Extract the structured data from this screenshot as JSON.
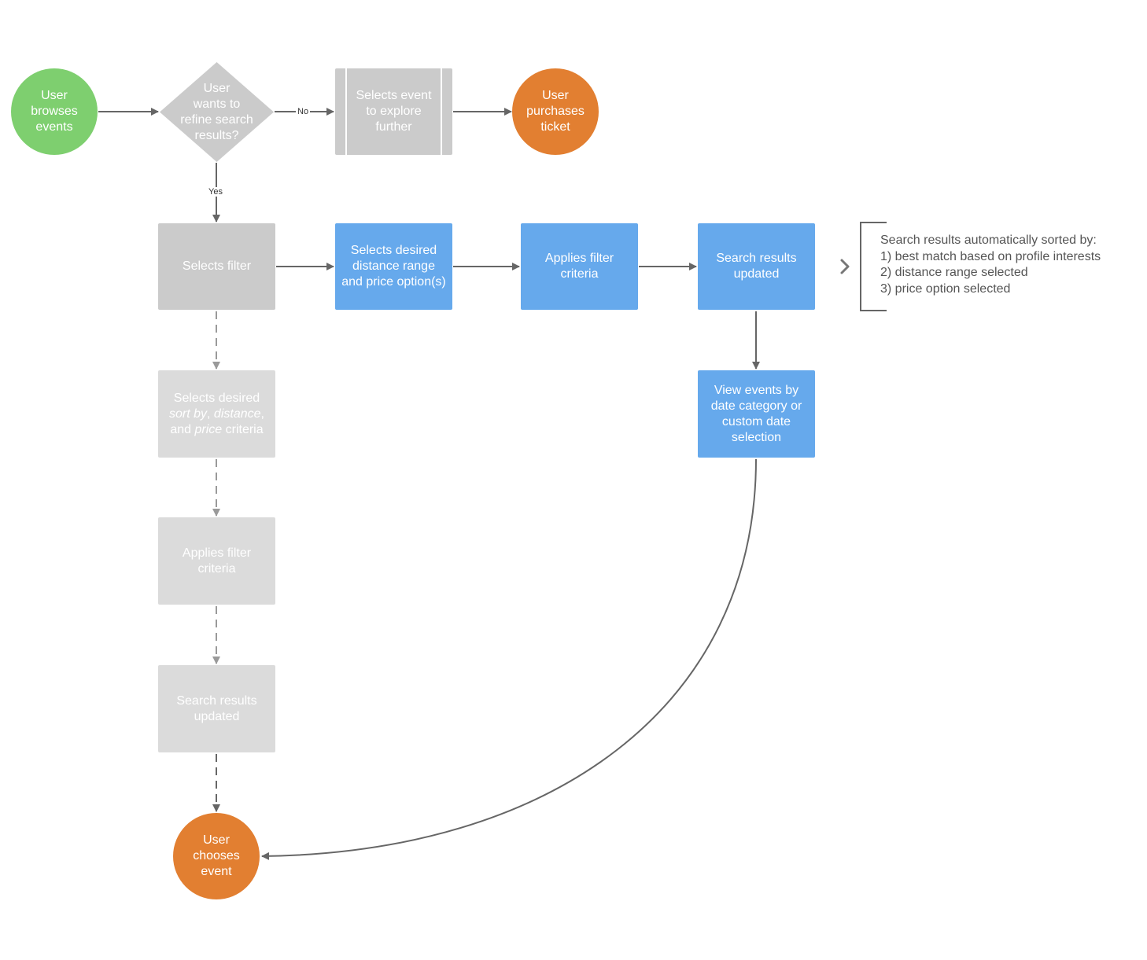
{
  "nodes": {
    "start": "User\nbrowses\nevents",
    "decision": "User\nwants to\nrefine search\nresults?",
    "explore": "Selects event\nto explore\nfurther",
    "purchase": "User\npurchases\nticket",
    "selects_filter": "Selects filter",
    "distance_price": "Selects desired\ndistance range\nand price option(s)",
    "applies_filter_blue": "Applies filter\ncriteria",
    "results_updated_blue": "Search results\nupdated",
    "view_events": "View events by\ndate category or\ncustom date\nselection",
    "sort_criteria": {
      "line1": "Selects desired",
      "sort_by": "sort by",
      "comma1": ", ",
      "distance": "distance",
      "comma2": ",",
      "and": "and ",
      "price": "price",
      "criteria": " criteria"
    },
    "applies_filter_gray": "Applies filter\ncriteria",
    "results_updated_gray": "Search results\nupdated",
    "choose": "User\nchooses\nevent"
  },
  "edge_labels": {
    "no": "No",
    "yes": "Yes"
  },
  "note": "Search results automatically sorted by:\n1) best match based on profile interests\n2) distance range selected\n3) price option selected",
  "colors": {
    "green": "#7ecf6f",
    "orange": "#e27f31",
    "gray": "#cbcbcb",
    "light_gray": "#dbdbdb",
    "blue": "#66a9ec",
    "line": "#666666",
    "dashed_line": "#9a9a9a"
  }
}
